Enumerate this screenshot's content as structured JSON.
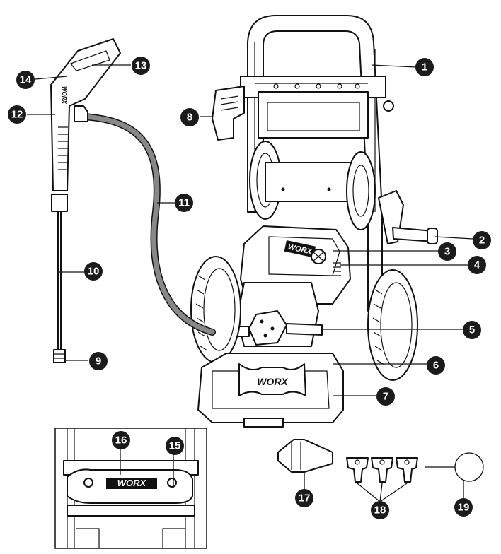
{
  "brand": "WORX",
  "callouts": [
    {
      "id": "1",
      "label": "1"
    },
    {
      "id": "2",
      "label": "2"
    },
    {
      "id": "3",
      "label": "3"
    },
    {
      "id": "4",
      "label": "4"
    },
    {
      "id": "5",
      "label": "5"
    },
    {
      "id": "6",
      "label": "6"
    },
    {
      "id": "7",
      "label": "7"
    },
    {
      "id": "8",
      "label": "8"
    },
    {
      "id": "9",
      "label": "9"
    },
    {
      "id": "10",
      "label": "10"
    },
    {
      "id": "11",
      "label": "11"
    },
    {
      "id": "12",
      "label": "12"
    },
    {
      "id": "13",
      "label": "13"
    },
    {
      "id": "14",
      "label": "14"
    },
    {
      "id": "15",
      "label": "15"
    },
    {
      "id": "16",
      "label": "16"
    },
    {
      "id": "17",
      "label": "17"
    },
    {
      "id": "18",
      "label": "18"
    },
    {
      "id": "19",
      "label": "19"
    }
  ]
}
